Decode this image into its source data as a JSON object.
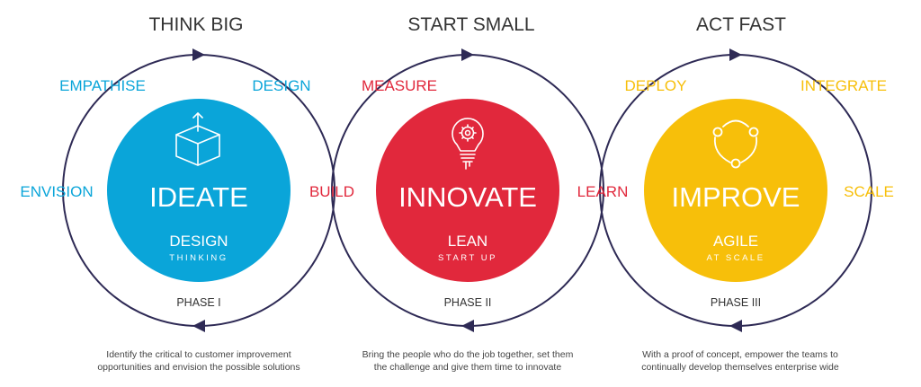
{
  "palette": {
    "outline": "#2e2a55",
    "heading": "#333333",
    "blue": "#0aa5d9",
    "red": "#e1283c",
    "yellow": "#f7bf0a",
    "white": "#ffffff",
    "grey": "#444444"
  },
  "phases": [
    {
      "heading": "THINK BIG",
      "main": "IDEATE",
      "sub": "DESIGN",
      "sub2": "THINKING",
      "phase": "PHASE I",
      "color": "blue",
      "icon": "box-arrow-icon",
      "labels": [
        "EMPATHISE",
        "DESIGN",
        "ENVISION"
      ],
      "desc1": "Identify the critical to customer improvement",
      "desc2": "opportunities and envision the possible solutions"
    },
    {
      "heading": "START SMALL",
      "main": "INNOVATE",
      "sub": "LEAN",
      "sub2": "START UP",
      "phase": "PHASE II",
      "color": "red",
      "icon": "lightbulb-gear-icon",
      "labels": [
        "MEASURE",
        "BUILD",
        "LEARN"
      ],
      "desc1": "Bring the people who do the job together, set them",
      "desc2": "the challenge and give them time to innovate"
    },
    {
      "heading": "ACT FAST",
      "main": "IMPROVE",
      "sub": "AGILE",
      "sub2": "AT SCALE",
      "phase": "PHASE III",
      "color": "yellow",
      "icon": "cycle-nodes-icon",
      "labels": [
        "DEPLOY",
        "INTEGRATE",
        "SCALE"
      ],
      "desc1": "With a proof of concept, empower the teams to",
      "desc2": "continually develop themselves enterprise wide"
    }
  ]
}
